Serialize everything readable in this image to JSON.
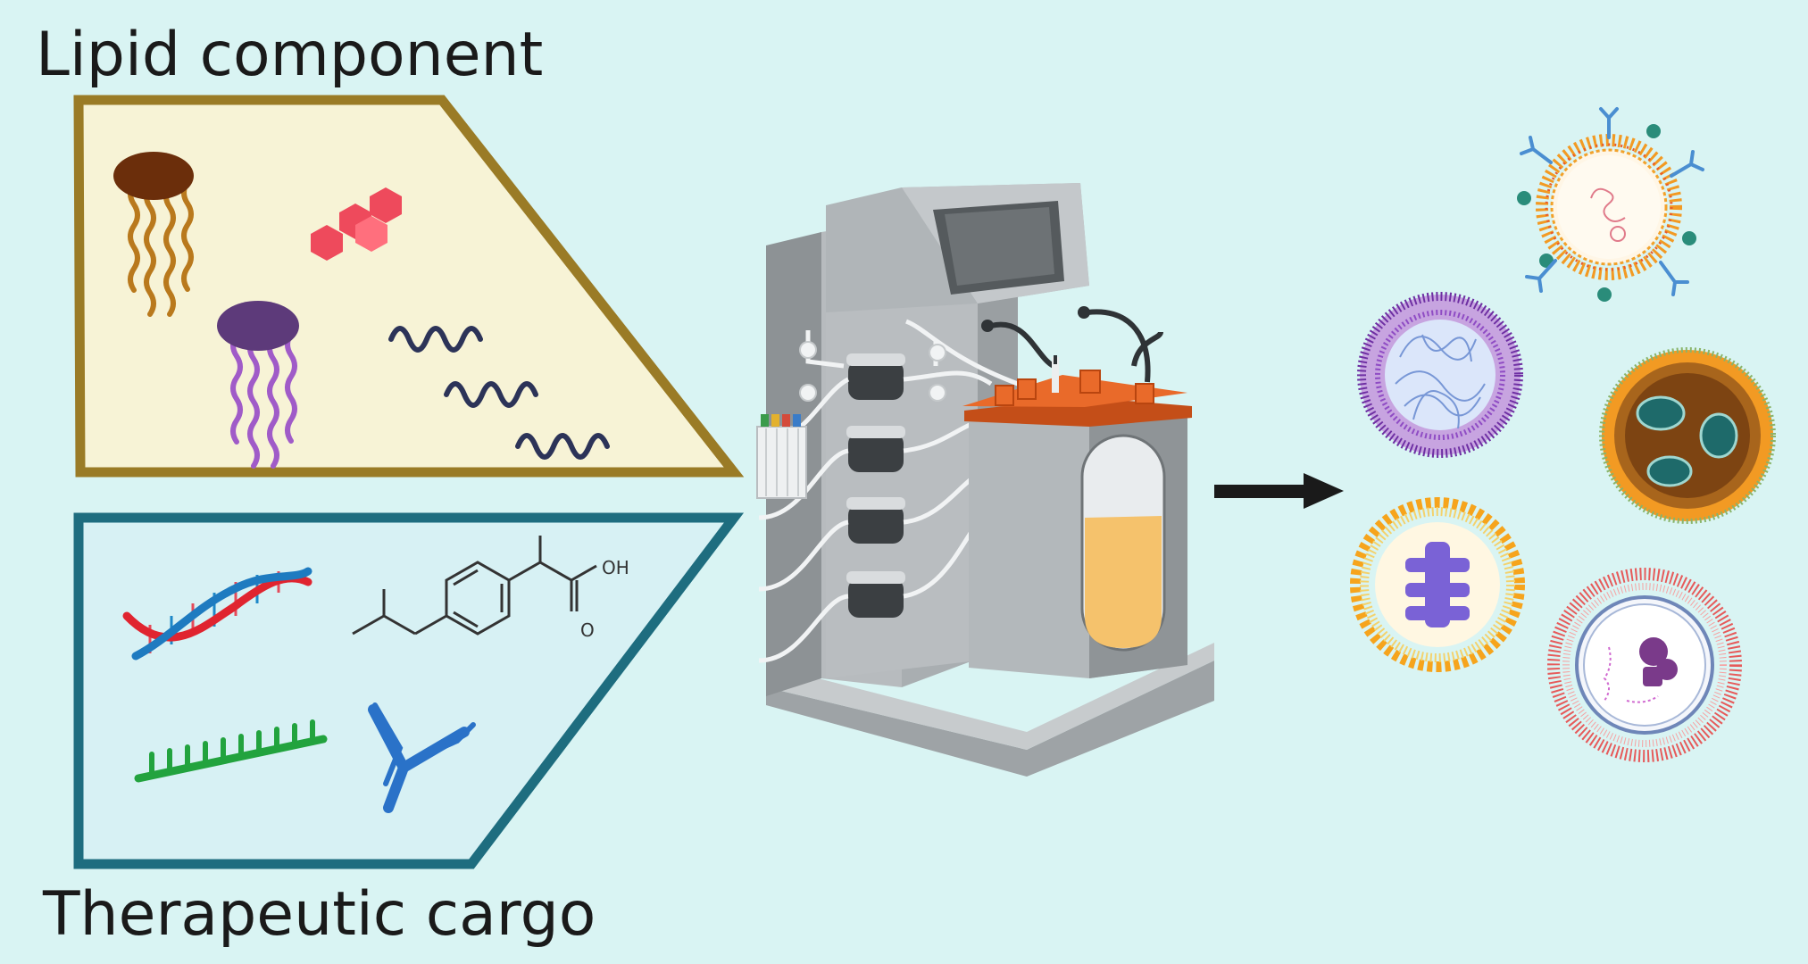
{
  "labels": {
    "lipid_component": "Lipid component",
    "therapeutic_cargo": "Therapeutic cargo",
    "cooh": "OH",
    "carbonyl_o": "O"
  },
  "colors": {
    "background": "#d9f4f3",
    "lipid_panel_fill": "#f7f3d6",
    "lipid_panel_border": "#9a7b26",
    "cargo_panel_fill": "#d7f1f4",
    "cargo_panel_border": "#1e6d7f",
    "device_gray": "#9ea3a6",
    "device_orange": "#e96a2a",
    "vessel_fluid": "#f5c26c"
  },
  "icons": [
    "lipid-brown-icon",
    "hexagon-chain-icon",
    "lipid-purple-icon",
    "wavy-chain-icon",
    "dna-helix-icon",
    "ibuprofen-structure-icon",
    "oligonucleotide-comb-icon",
    "antibody-icon",
    "bioreactor-icon",
    "arrow-right-icon",
    "lipoprotein-vesicle-icon",
    "purple-liposome-icon",
    "teal-spotted-particle-icon",
    "protein-liposome-icon",
    "red-fringe-vesicle-icon"
  ]
}
